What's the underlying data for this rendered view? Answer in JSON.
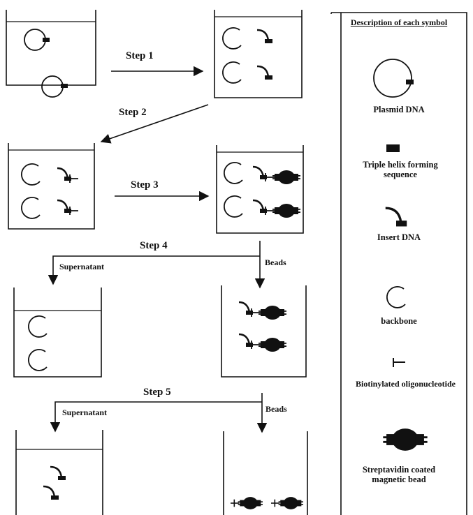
{
  "steps": {
    "s1": "Step 1",
    "s2": "Step 2",
    "s3": "Step 3",
    "s4": "Step 4",
    "s5": "Step 5"
  },
  "split_labels": {
    "supernatant": "Supernatant",
    "beads": "Beads"
  },
  "legend": {
    "title": "Description of each symbol",
    "plasmid_dna": "Plasmid DNA",
    "triple_helix": "Triple helix forming sequence",
    "insert_dna": "Insert DNA",
    "backbone": "backbone",
    "biotinylated": "Biotinylated oligonucleotide",
    "bead": "Streptavidin coated magnetic bead"
  }
}
